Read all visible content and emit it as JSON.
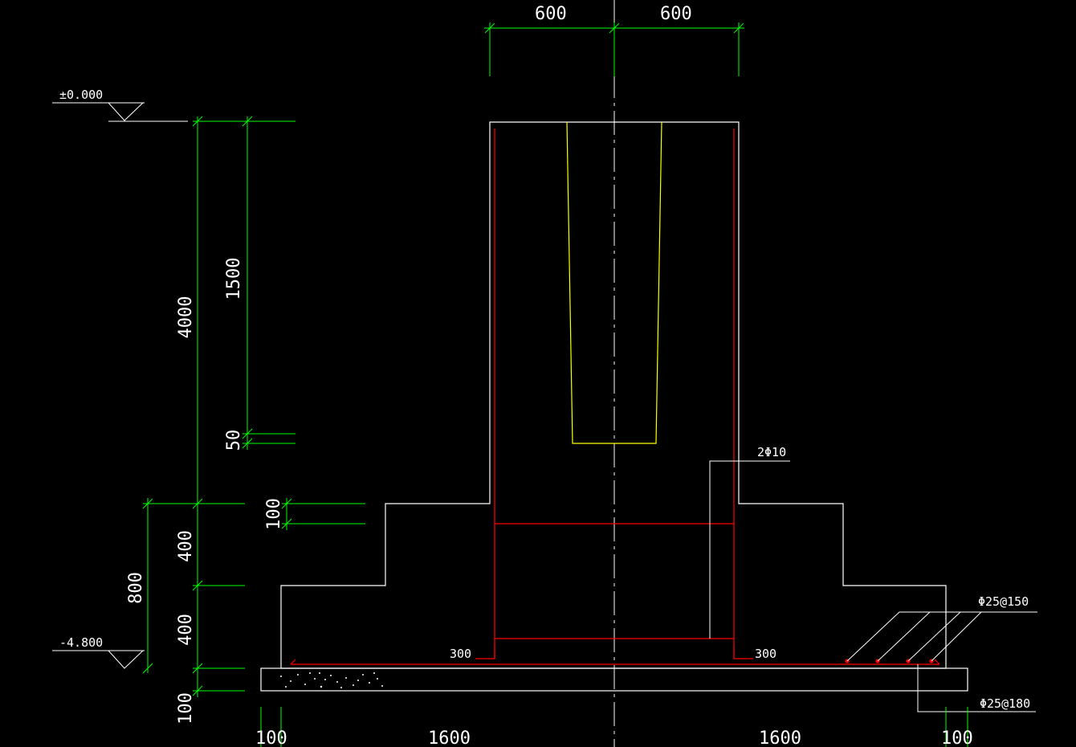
{
  "drawing": {
    "background": "#000000",
    "colors": {
      "outline": "#ffffff",
      "rebar": "#ff0000",
      "dimension": "#00ff00",
      "cup": "#ffff00",
      "centerline": "#ffffff"
    },
    "top_dims": {
      "left": "600",
      "right": "600"
    },
    "elevation_top": "±0.000",
    "elevation_bottom": "-4.800",
    "vertical_dims": {
      "total": "4000",
      "cup_depth": "1500",
      "cup_gap": "50",
      "step_offset": "100",
      "step_upper": "400",
      "step_lower": "400",
      "base_total": "800",
      "cushion": "100"
    },
    "bottom_dims": {
      "a": "100",
      "b": "1600",
      "c": "1600",
      "d": "100"
    },
    "rebar_labels": {
      "stirrup": "2Φ10",
      "bottom_x": "Φ25@150",
      "bottom_y": "Φ25@180",
      "hook_left": "300",
      "hook_right": "300"
    }
  }
}
